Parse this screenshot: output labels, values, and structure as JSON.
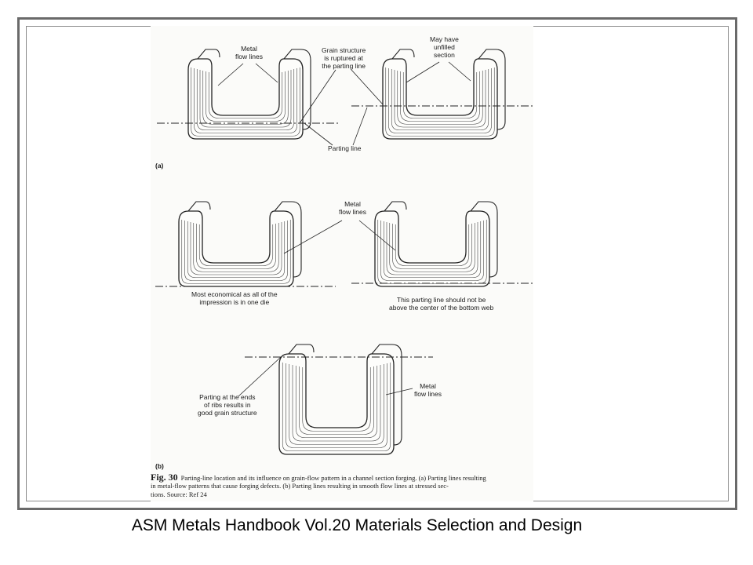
{
  "figure": {
    "panel_a_tag": "(a)",
    "panel_b_tag": "(b)",
    "labels": {
      "metal_flow_lines_a": "Metal\nflow lines",
      "grain_ruptured": "Grain structure\nis ruptured at\nthe parting line",
      "unfilled_section": "May have\nunfilled\nsection",
      "parting_line": "Parting line",
      "metal_flow_lines_b1": "Metal\nflow lines",
      "most_economical": "Most economical as all of the\nimpression is in one die",
      "not_above_center": "This parting line should not be\nabove the center of the bottom web",
      "parting_at_ends": "Parting at the ends\nof ribs results in\ngood grain structure",
      "metal_flow_lines_b2": "Metal\nflow lines"
    },
    "caption": {
      "fig_number": "Fig. 30",
      "line1": "Parting-line location and its influence on grain-flow pattern in a channel section forging. (a) Parting lines resulting",
      "line2": "in metal-flow patterns that cause forging defects. (b) Parting lines resulting in smooth flow lines at stressed sec-",
      "line3": "tions. Source: Ref 24"
    }
  },
  "footer": {
    "text": "ASM Metals Handbook Vol.20 Materials Selection and Design"
  }
}
